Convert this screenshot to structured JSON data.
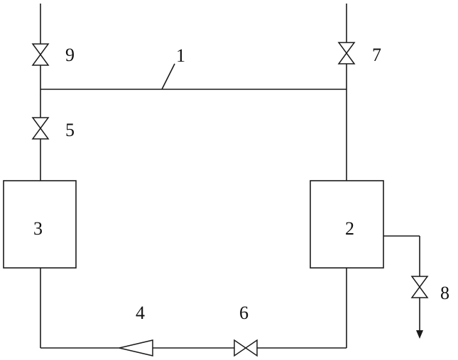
{
  "diagram": {
    "labels": {
      "line_1": "1",
      "unit_2": "2",
      "unit_3": "3",
      "pump_4": "4",
      "valve_5": "5",
      "valve_6": "6",
      "valve_7": "7",
      "valve_8": "8",
      "valve_9": "9"
    }
  }
}
